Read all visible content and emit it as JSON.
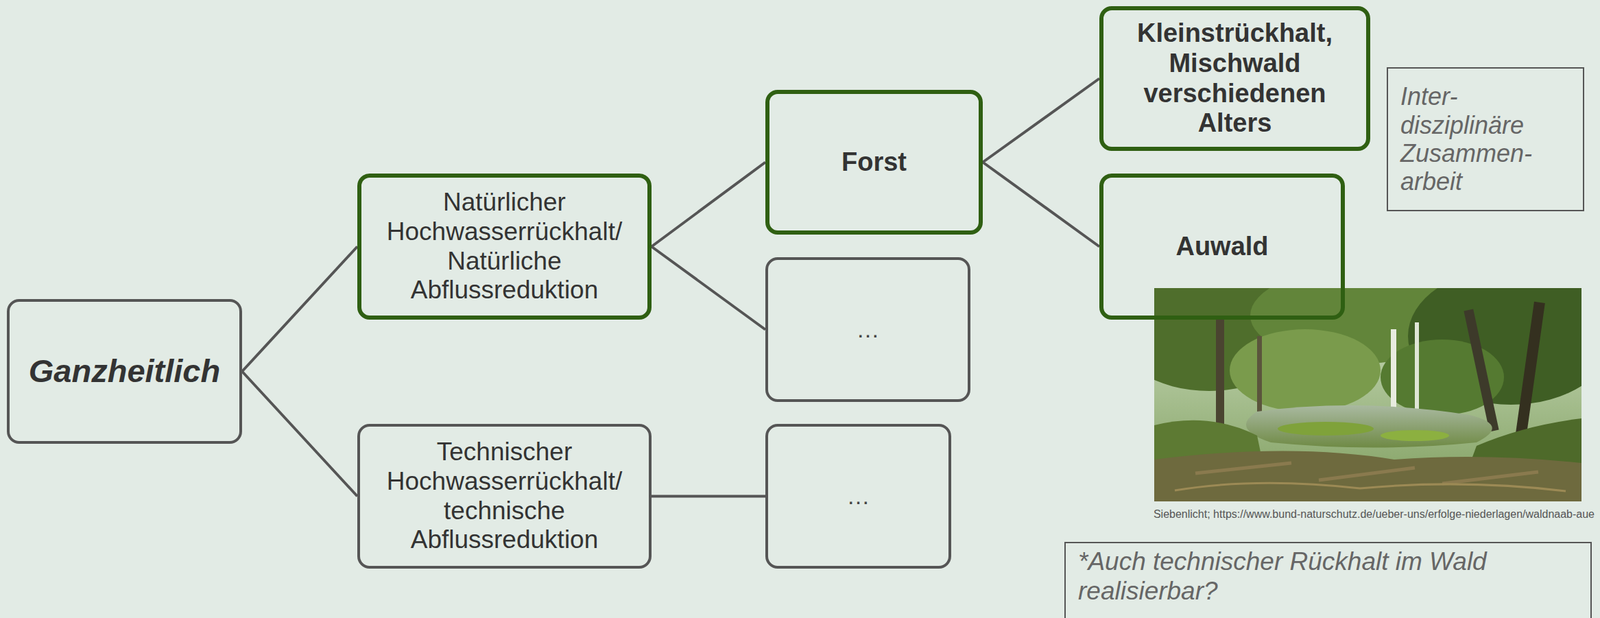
{
  "diagram": {
    "nodes": [
      {
        "text": [
          "Ganzheitlich"
        ]
      },
      {
        "text": [
          "Natürlicher Hochwasserrückhalt/ Natürliche Abflussreduktion"
        ]
      },
      {
        "text": [
          "Technischer Hochwasserrückhalt/ technische Abflussreduktion"
        ]
      },
      {
        "text": [
          "Forst"
        ]
      },
      {
        "text": [
          "…"
        ]
      },
      {
        "text": [
          "…"
        ]
      },
      {
        "text": [
          "Kleinstrückhalt, Mischwald verschiedenen Alters"
        ]
      },
      {
        "text": [
          "Auwald"
        ]
      },
      {
        "text": [
          "Inter- disziplinäre Zusammen- arbeit"
        ]
      },
      {
        "text": [
          "*Auch technischer Rückhalt im Wald realisierbar?"
        ]
      }
    ],
    "edges": [
      {
        "from": 0,
        "to": 1,
        "arrow": "none"
      },
      {
        "from": 0,
        "to": 2,
        "arrow": "none"
      },
      {
        "from": 1,
        "to": 3,
        "arrow": "none"
      },
      {
        "from": 1,
        "to": 4,
        "arrow": "none"
      },
      {
        "from": 2,
        "to": 5,
        "arrow": "none"
      },
      {
        "from": 3,
        "to": 6,
        "arrow": "none"
      },
      {
        "from": 3,
        "to": 7,
        "arrow": "none"
      }
    ],
    "labels": [
      "Siebenlicht; https://www.bund-naturschutz.de/ueber-uns/erfolge-niederlagen/waldnaab-aue"
    ]
  }
}
